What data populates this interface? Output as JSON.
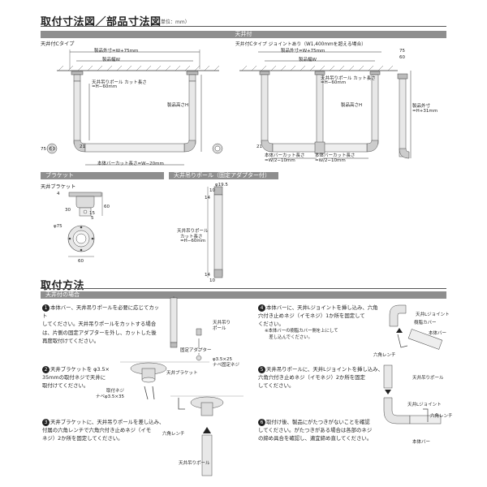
{
  "section1": {
    "title": "取付寸法図／部品寸法図",
    "unit": "（単位：mm）"
  },
  "ceiling_band": {
    "label": "天井付"
  },
  "type_c": {
    "title": "天井付Cタイプ",
    "outer": "製品外寸=W+75mm",
    "width": "製品幅W",
    "rod_cut": "天井吊りポール カット長さ",
    "rod_cut_eq": "=H−60mm",
    "height": "製品高さH",
    "bar_cut": "本体バーカット長さ=W−20mm",
    "d21": "21",
    "d75": "75",
    "d60": "60"
  },
  "type_joint": {
    "title": "天井付Cタイプ ジョイントあり（W1,400mmを超える場合）",
    "outer": "製品外寸=W+75mm",
    "width": "製品幅W",
    "rod_cut": "天井吊りポール カット長さ",
    "rod_cut_eq": "=H−60mm",
    "height": "製品高さH",
    "outer_h": "製品外寸 =H+31mm",
    "bar_cut1": "本体バーカット長さ =W/2−10mm",
    "bar_cut2": "本体バーカット長さ =W/2−10mm",
    "d75": "75",
    "d60": "60",
    "d21": "21"
  },
  "bracket": {
    "band": "ブラケット",
    "title": "天井ブラケット",
    "d4": "4",
    "d30": "30",
    "d60a": "60",
    "d15": "15",
    "d5": "5",
    "d75": "φ75",
    "d60b": "60"
  },
  "pole": {
    "band": "天井吊りポール（固定アダプター付）",
    "phi": "φ19.5",
    "d10a": "10",
    "d14a": "14",
    "label1": "天井吊りポール",
    "label2": "カット長さ",
    "label3": "=H−60mm",
    "d14b": "14",
    "d10b": "10"
  },
  "section2": {
    "title": "取付方法",
    "band": "天井付の場合"
  },
  "steps": {
    "s1": {
      "num": "1",
      "text": "本体バー、天井吊りポールを必要に応じてカット\nしてください。天井吊りポールをカットする場合\nは、片側の固定アダプターを外し、カットした後\n再度取付けてください。"
    },
    "s2": {
      "num": "2",
      "text": "天井ブラケットを φ3.5×\n35mmの取付ネジで天井に\n取付けてください。"
    },
    "s3": {
      "num": "3",
      "text": "天井ブラケットに、天井吊りポールを差し込み、\n付属の六角レンチで六角穴付き止めネジ（イモ\nネジ）2か所を固定してください。"
    },
    "s4": {
      "num": "4",
      "text": "本体バーに、天井Lジョイントを挿し込み、六角\n穴付き止めネジ（イモネジ）1か所を固定して\nください。",
      "note": "※本体バーの樹脂カバー側を上にして\n　差し込んでください。"
    },
    "s5": {
      "num": "5",
      "text": "天井吊りポールに、天井Lジョイントを挿し込み、\n六角穴付き止めネジ（イモネジ）2か所を固定\nしてください。"
    },
    "s6": {
      "num": "6",
      "text": "取付け後、製品にがたつきがないことを確認\nしてください。がたつきがある場合は各部のネジ\nの締め具合を確認し、適宜締め直してください。"
    }
  },
  "labels": {
    "pole": "天井吊り\nポール",
    "adapter": "固定アダプター",
    "screw": "φ3.5×25\nナベ固定ネジ",
    "bracket": "天井ブラケット",
    "screw2": "取付ネジ\nナベφ3.5×35",
    "wrench": "六角レンチ",
    "pole2": "天井吊りポール",
    "joint": "天井Lジョイント",
    "resin": "樹脂カバー",
    "bar": "本体バー",
    "wrench2": "六角レンチ",
    "pole3": "天井吊りポール",
    "joint2": "天井Lジョイント",
    "wrench3": "六角レンチ",
    "bar2": "本体バー"
  }
}
